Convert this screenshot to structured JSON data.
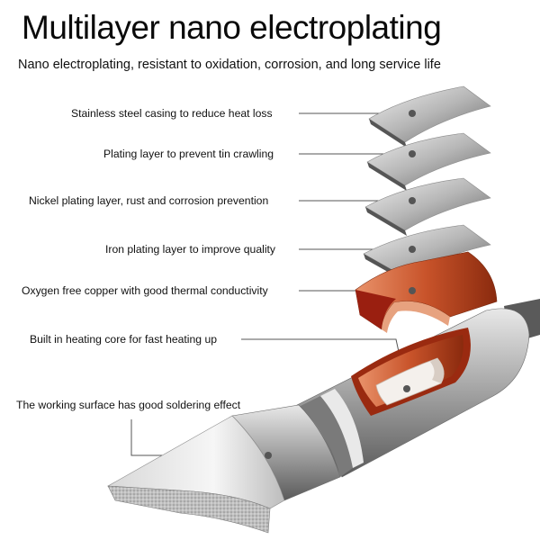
{
  "title": "Multilayer nano electroplating",
  "subtitle": "Nano electroplating, resistant to oxidation, corrosion, and long service life",
  "callouts": [
    "Stainless steel casing to reduce heat loss",
    "Plating layer to prevent tin crawling",
    "Nickel plating layer, rust and corrosion prevention",
    "Iron plating layer to improve quality",
    "Oxygen free copper with good thermal conductivity",
    "Built in heating core for fast heating up",
    "The working surface has good soldering effect"
  ],
  "colors": {
    "copper": "#c8532a",
    "steel": "#b8b8b8",
    "leader_line": "#555555"
  }
}
